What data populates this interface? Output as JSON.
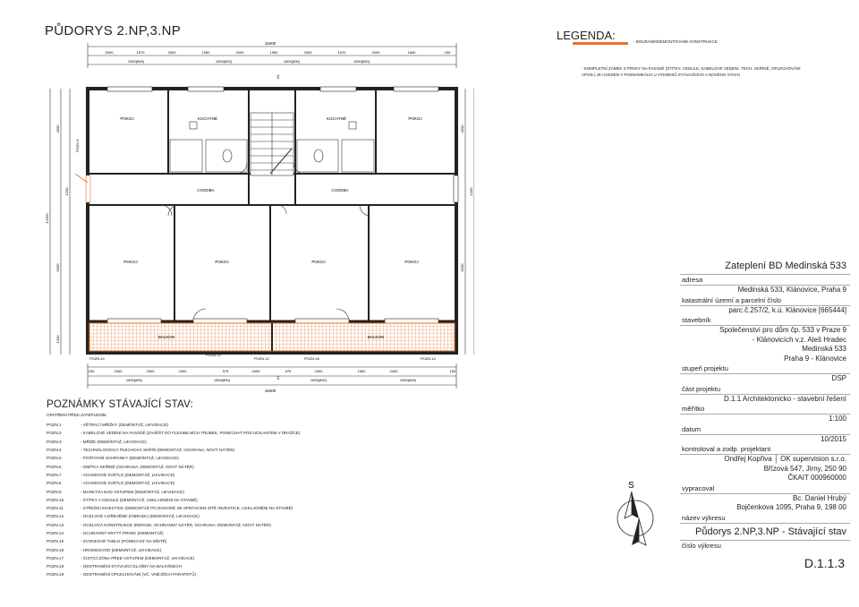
{
  "drawing": {
    "title": "PŮDORYS 2.NP,3.NP",
    "dims_top_total": "18400",
    "dims_bottom_total": "18400",
    "dims_top_segments": [
      "2000",
      "1570",
      "2000",
      "1550",
      "2000",
      "1550",
      "2000",
      "1570",
      "2000",
      "1650",
      "150"
    ],
    "dims_top_modules": [
      "1500(800)",
      "1500(800)",
      "1500(800)",
      "1500(800)"
    ],
    "dims_bottom_segments": [
      "150",
      "2400",
      "1500",
      "2400",
      "975",
      "2400",
      "975",
      "2400",
      "1500",
      "2400",
      "150"
    ],
    "dims_bottom_modules": [
      "1500(800)",
      "1500(800)",
      "1500(800)",
      "1500(800)"
    ],
    "dims_left": [
      "4500",
      "1200",
      "12200",
      "6000",
      "1200"
    ],
    "dims_right": [
      "4500",
      "6250",
      "1200"
    ],
    "rooms": {
      "pokoj": "POKOJ",
      "kuchyne": "KUCHYNĚ",
      "chodba": "CHODBA",
      "balkon": "BALKON"
    },
    "positions": {
      "pozn9": "POZN.9",
      "pozn14a": "POZN.14",
      "pozn12a": "POZN.12",
      "pozn18": "POZN.18",
      "pozn14b": "POZN.14",
      "pozn12b": "POZN.12"
    },
    "section_marks": [
      "A1",
      "A1"
    ]
  },
  "legend": {
    "title": "LEGENDA:",
    "demolition": "- BOURANÉ/DEMONTOVANÉ KONSTRUKCE",
    "note": "- KOMPLETNÍ ZÁMĚK S PRVKY NA FASÁDĚ (ŠTÍTKY, CEDULE, KABELOVÉ VEDENÍ, TECH. SKŘÍNĚ, OPLECHOVÁNÍ APOD.) JE UVEDEN V POZNÁMKÁCH U VÝKRESŮ STÁVAJÍCÍHO A NOVÉHO STAVU"
  },
  "notes": {
    "title": "POZNÁMKY STÁVAJÍCÍ STAV:",
    "subtitle": "OPATŘENÍ PŘED ZATEPLENÍM",
    "items": [
      {
        "k": "POZN.1",
        "v": "- VĚTRACÍ MŘÍŽKY (DEMONTÁŽ, LIKVIDACE)"
      },
      {
        "k": "POZN.2",
        "v": "- KABELOVÉ VEDENÍ NA FASÁDĚ (ZAVĚŠT DO FLEXIBILNÍCH TRUBEK, PONECHAT POD IZOLANTEM V DRÁŽCE)"
      },
      {
        "k": "POZN.3",
        "v": "- MŘÍŽE (DEMONTÁŽ, LIKVIDACE)"
      },
      {
        "k": "POZN.4",
        "v": "- TECHNOLOGICKÁ PLECHOVÁ SKŘÍŇ (DEMONTÁŽ, OCHRANA, NOVÝ NÁTĚR)"
      },
      {
        "k": "POZN.5",
        "v": "- POŠTOVNÍ SCHRÁNKY (DEMONTÁŽ, LIKVIDACE)"
      },
      {
        "k": "POZN.6",
        "v": "- OMÍTKA SKŘÍNĚ (OCHRANA, DEMONTÁŽ, NOVÝ NÁTĚR)"
      },
      {
        "k": "POZN.7",
        "v": "- VCHODOVÉ SVĚTLO (DEMONTÁŽ, LIKVIDACE)"
      },
      {
        "k": "POZN.8",
        "v": "- VCHODOVÉ SVĚTLO (DEMONTÁŽ, LIKVIDACE)"
      },
      {
        "k": "POZN.9",
        "v": "- MARKÝZA NAD VSTUPEM (DEMONTÁŽ, LIKVIDACE)"
      },
      {
        "k": "POZN.10",
        "v": "- ŠTÍTKY A CEDULE (DEMONTÁŽ, USKLADNĚNÍ NA STAVBĚ)"
      },
      {
        "k": "POZN.11",
        "v": "- STŘEŠNÍ INVESTICE (DEMONTÁŽ PO DOHODĚ SE SPRÁVCEM SÍTĚ INVESTICE, USKLADNĚNÍ NA STAVBĚ)"
      },
      {
        "k": "POZN.12",
        "v": "- OCELOVÉ A DŘEVĚNÉ ZÁBRADLÍ (DEMONTÁŽ, LIKVIDACE)"
      },
      {
        "k": "POZN.13",
        "v": "- OCELOVÁ KONSTRUKCE (REPASE, OCHRANNÝ NÁTĚR, OCHRANA, DEMONTÁŽ, NOVÝ NÁTĚR)"
      },
      {
        "k": "POZN.14",
        "v": "- OCHRANNÝ KRYTÝ PRVEK (DEMONTÁŽ)"
      },
      {
        "k": "POZN.15",
        "v": "- ZVONKOVÉ TABLO (PONECHAT NA MÍSTĚ)"
      },
      {
        "k": "POZN.16",
        "v": "- HROMOSVOD (DEMONTÁŽ, LIKVIDACE)"
      },
      {
        "k": "POZN.17",
        "v": "- ČISTICÍ ZÓNA PŘED VSTUPEM (DEMONTÁŽ, LIKVIDACE)"
      },
      {
        "k": "POZN.18",
        "v": "- ODSTRANĚNÍ STÁVAJÍCÍ DLAŽBY NA BALKÓNECH"
      },
      {
        "k": "POZN.19",
        "v": "- ODSTRANĚNÍ OPLECHOVÁNÍ (VČ. VNĚJŠÍCH PARAPETŮ)"
      }
    ]
  },
  "compass": {
    "label": "S"
  },
  "titleblock": {
    "project": "Zateplení BD Medinská 533",
    "adresa_label": "adresa",
    "adresa": "Medinská 533, Klánovice, Praha 9",
    "katastr_label": "katastrální území a parcelní číslo",
    "katastr": "parc.č.257/2, k.ú. Klánovice [665444]",
    "stavebnik_label": "stavebník",
    "stavebnik1": "Společenství pro dům čp. 533 v Praze 9",
    "stavebnik2": "- Klánovicích v.z. Aleš Hradec",
    "stavebnik3": "Medinská 533",
    "stavebnik4": "Praha 9 - Klánovice",
    "stupen_label": "stupeň projektu",
    "stupen": "DSP",
    "cast_label": "část projektu",
    "cast": "D.1.1 Architektonicko - stavební řešení",
    "meritko_label": "měřítko",
    "meritko": "1:100",
    "datum_label": "datum",
    "datum": "10/2015",
    "kontrol_label": "kontroloval a zodp. projektant",
    "kontrol1": "Ondřej Kopřiva  │  OK supervision s.r.o.",
    "kontrol2": "Břízová 547, Jirny, 250 90",
    "kontrol3": "ČKAIT 000960000",
    "vypracoval_label": "vypracoval",
    "vypracoval1": "Bc. Daniel Hrubý",
    "vypracoval2": "Bojčenkova 1095, Praha 9, 198 00",
    "nazev_label": "název výkresu",
    "nazev": "Půdorys 2.NP,3.NP - Stávající stav",
    "cislo_label": "číslo výkresu",
    "cislo": "D.1.1.3"
  },
  "colors": {
    "demolition": "#e8732a",
    "line": "#222222",
    "wall": "#ffffff"
  }
}
